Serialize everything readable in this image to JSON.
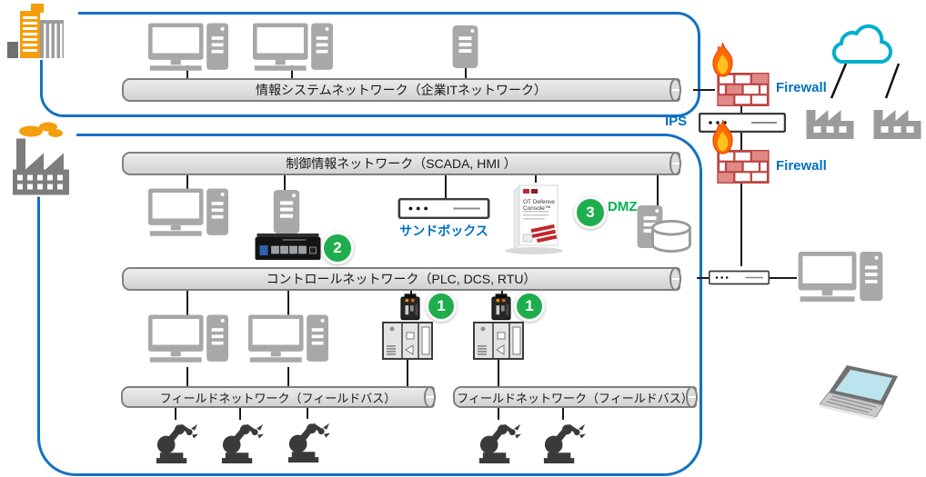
{
  "buses": {
    "it": "情報システムネットワーク（企業ITネットワーク）",
    "scada": "制御情報ネットワーク（SCADA, HMI ）",
    "control": "コントロールネットワーク（PLC, DCS, RTU）",
    "field_left": "フィールドネットワーク（フィールドバス）",
    "field_right": "フィールドネットワーク（フィールドバス）"
  },
  "labels": {
    "sandbox": "サンドボックス",
    "dmz": "DMZ",
    "ips": "IPS",
    "firewall_top": "Firewall",
    "firewall_bottom": "Firewall",
    "product_box": "OT Defense Console™"
  },
  "badges": {
    "plc_left": "1",
    "plc_right": "1",
    "scada_gateway": "2",
    "dmz_console": "3"
  },
  "colors": {
    "zone_border_blue": "#1272c3",
    "bus_fill": "#d9d9d9",
    "bus_border": "#7f7f7f",
    "badge_green": "#1fae4e",
    "dmz_green": "#00b050",
    "label_blue": "#0070c0",
    "firewall_red": "#bc4542",
    "cloud_teal": "#00b0ca",
    "accent_orange": "#f59e0b",
    "device_gray": "#a8a8a8"
  }
}
